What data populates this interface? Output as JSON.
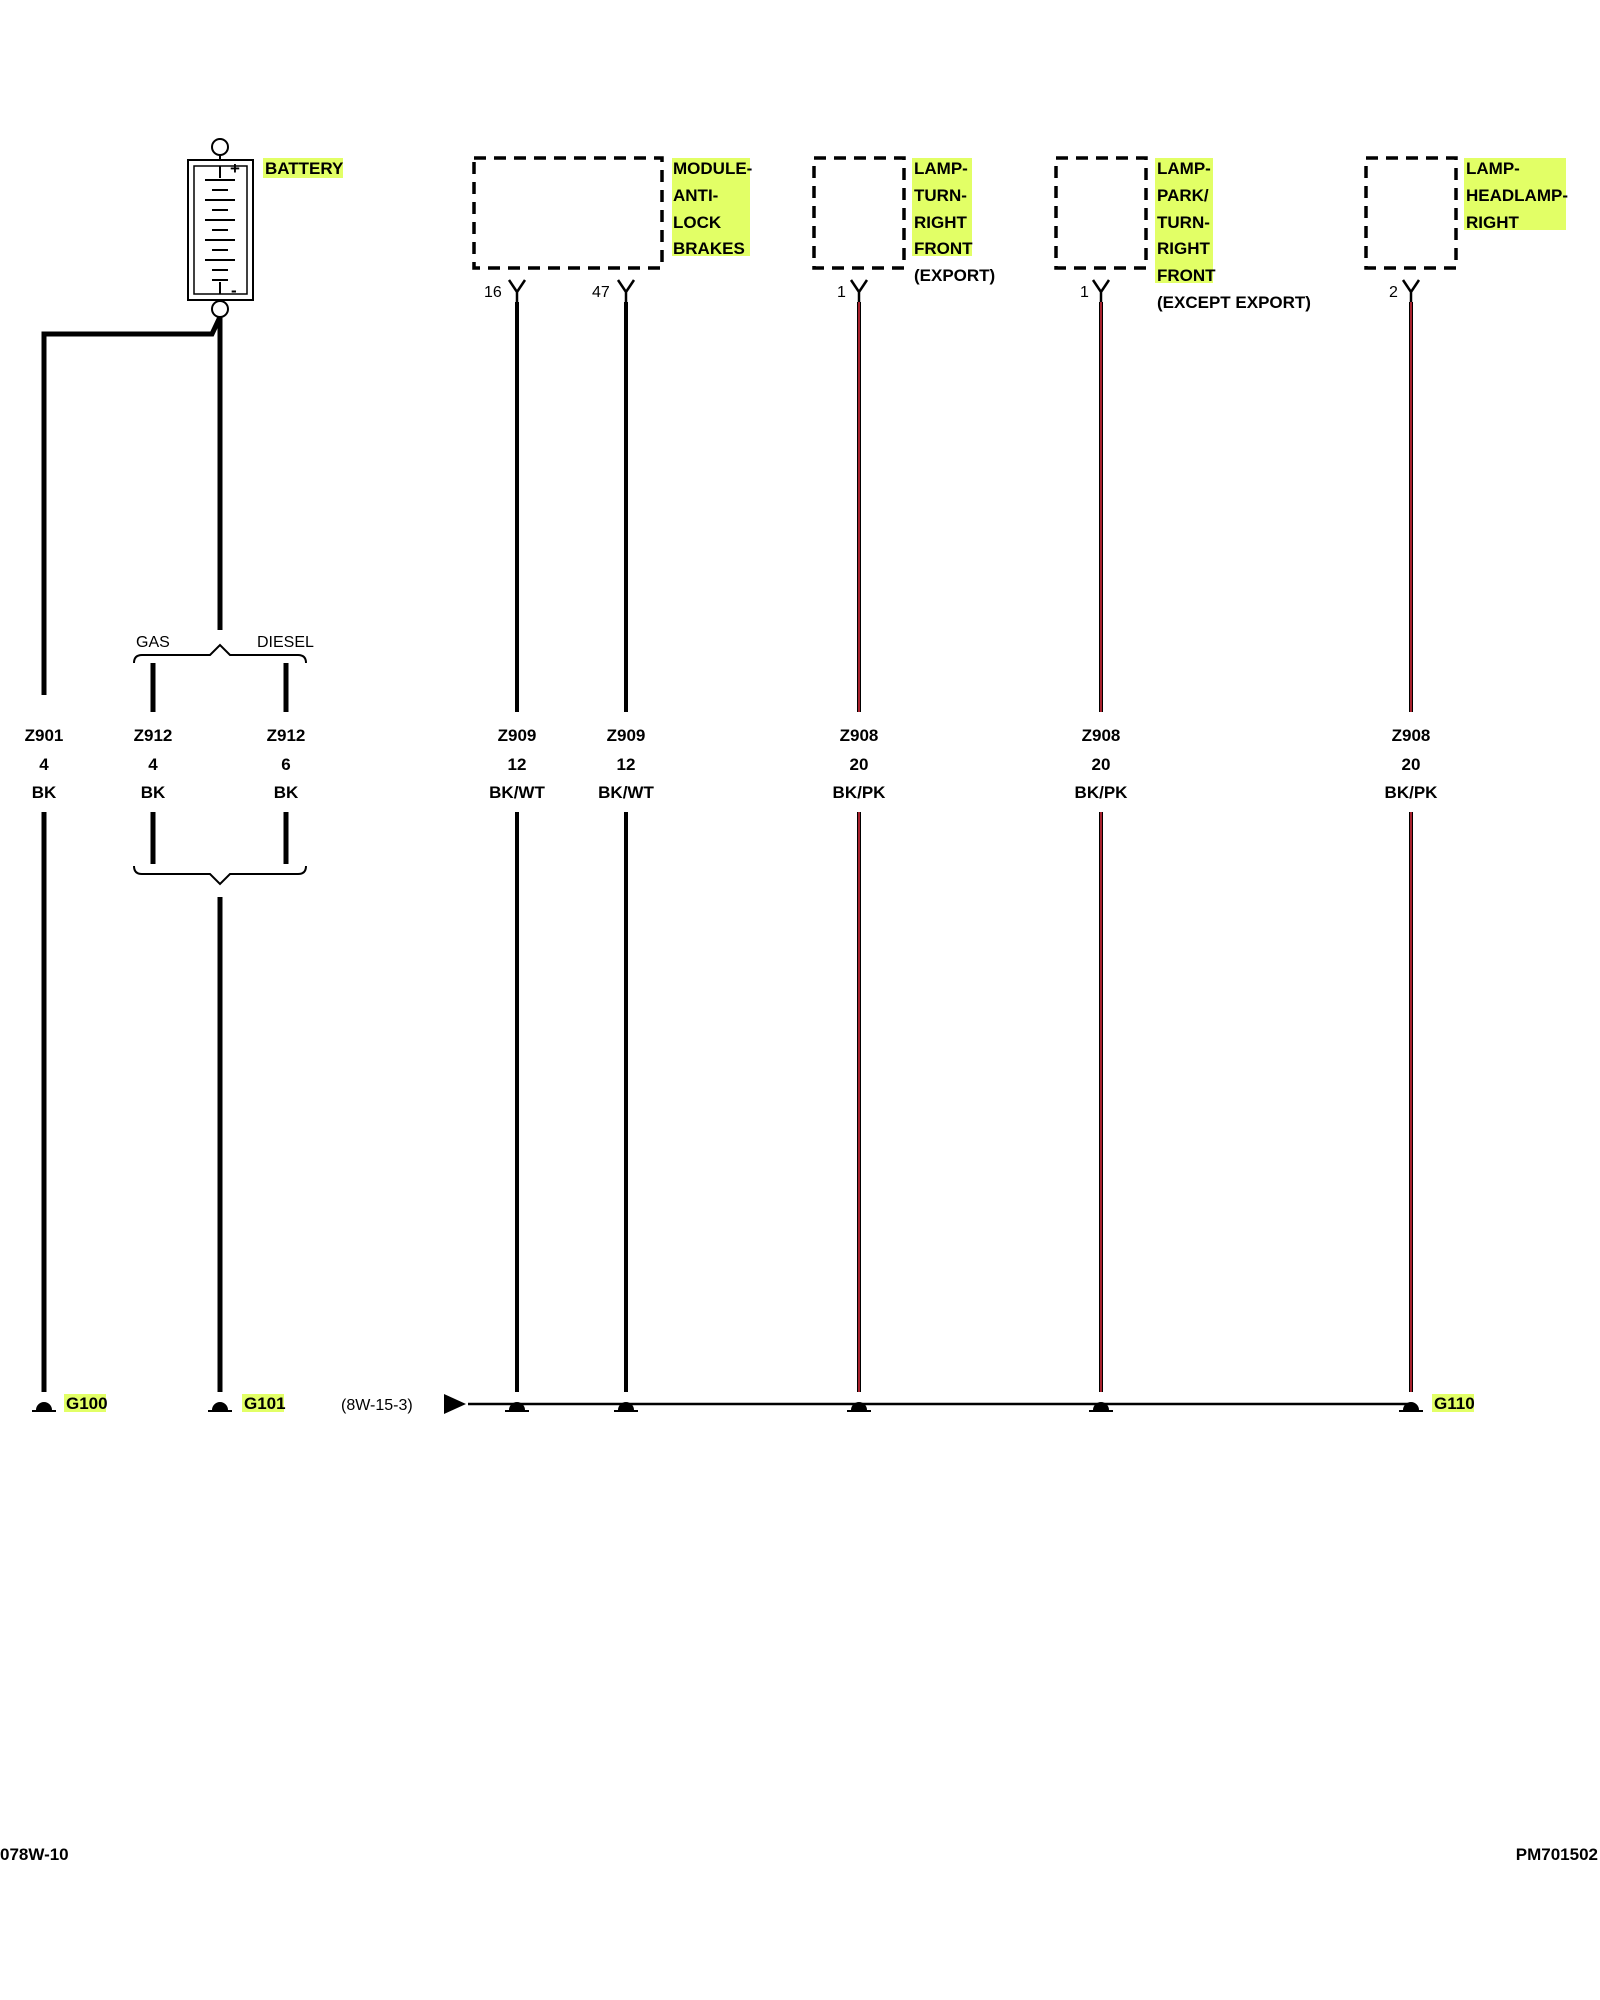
{
  "colors": {
    "highlight": "#e2ff66",
    "wire_black": "#000000",
    "wire_pink_stripe": "#d22a3a"
  },
  "components": {
    "battery": {
      "label": "BATTERY",
      "plus": "+",
      "minus": "-"
    },
    "abs_module": {
      "lines": [
        "MODULE-",
        "ANTI-",
        "LOCK",
        "BRAKES"
      ]
    },
    "lamp_turn": {
      "lines": [
        "LAMP-",
        "TURN-",
        "RIGHT",
        "FRONT"
      ],
      "note": "(EXPORT)"
    },
    "lamp_park": {
      "lines": [
        "LAMP-",
        "PARK/",
        "TURN-",
        "RIGHT",
        "FRONT"
      ],
      "note": "(EXCEPT EXPORT)"
    },
    "lamp_head": {
      "lines": [
        "LAMP-",
        "HEADLAMP-",
        "RIGHT"
      ]
    }
  },
  "pins": {
    "abs_a": "16",
    "abs_b": "47",
    "turn": "1",
    "park": "1",
    "head": "2"
  },
  "option_labels": {
    "gas": "GAS",
    "diesel": "DIESEL"
  },
  "wires": [
    {
      "circuit": "Z901",
      "gauge": "4",
      "color": "BK"
    },
    {
      "circuit": "Z912",
      "gauge": "4",
      "color": "BK"
    },
    {
      "circuit": "Z912",
      "gauge": "6",
      "color": "BK"
    },
    {
      "circuit": "Z909",
      "gauge": "12",
      "color": "BK/WT"
    },
    {
      "circuit": "Z909",
      "gauge": "12",
      "color": "BK/WT"
    },
    {
      "circuit": "Z908",
      "gauge": "20",
      "color": "BK/PK"
    },
    {
      "circuit": "Z908",
      "gauge": "20",
      "color": "BK/PK"
    },
    {
      "circuit": "Z908",
      "gauge": "20",
      "color": "BK/PK"
    }
  ],
  "grounds": {
    "g100": "G100",
    "g101": "G101",
    "g110": "G110",
    "ref": "(8W-15-3)"
  },
  "footer": {
    "left": "078W-10",
    "right": "PM701502"
  }
}
